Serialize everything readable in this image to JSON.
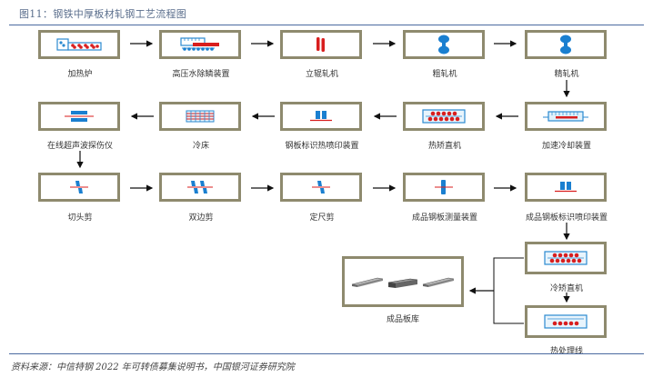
{
  "title": "图11：钢铁中厚板材轧钢工艺流程图",
  "source": "资料来源：中信特钢 2022 年可转债募集说明书，中国银河证券研究院",
  "colors": {
    "box_border": "#8e8a6e",
    "accent_blue": "#1a7fd0",
    "accent_red": "#d81e1e",
    "rule": "#4a6aa0"
  },
  "steps": [
    {
      "label": "加热炉",
      "icon": "heating-furnace-icon"
    },
    {
      "label": "高压水除鳞装置",
      "icon": "descaling-icon"
    },
    {
      "label": "立辊轧机",
      "icon": "vertical-roller-icon"
    },
    {
      "label": "粗轧机",
      "icon": "roughing-mill-icon"
    },
    {
      "label": "精轧机",
      "icon": "finishing-mill-icon"
    },
    {
      "label": "加速冷却装置",
      "icon": "accelerated-cooling-icon"
    },
    {
      "label": "热矫直机",
      "icon": "hot-straightener-icon"
    },
    {
      "label": "钢板标识热喷印装置",
      "icon": "hot-marking-icon"
    },
    {
      "label": "冷床",
      "icon": "cooling-bed-icon"
    },
    {
      "label": "在线超声波探伤仪",
      "icon": "ultrasonic-detector-icon"
    },
    {
      "label": "切头剪",
      "icon": "crop-shear-icon"
    },
    {
      "label": "双边剪",
      "icon": "double-side-shear-icon"
    },
    {
      "label": "定尺剪",
      "icon": "cut-to-length-shear-icon"
    },
    {
      "label": "成品钢板测量装置",
      "icon": "measuring-icon"
    },
    {
      "label": "成品钢板标识喷印装置",
      "icon": "marking-icon"
    },
    {
      "label": "冷矫直机",
      "icon": "cold-straightener-icon"
    },
    {
      "label": "热处理线",
      "icon": "heat-treatment-icon"
    },
    {
      "label": "成品板库",
      "icon": "plate-warehouse-icon"
    }
  ]
}
